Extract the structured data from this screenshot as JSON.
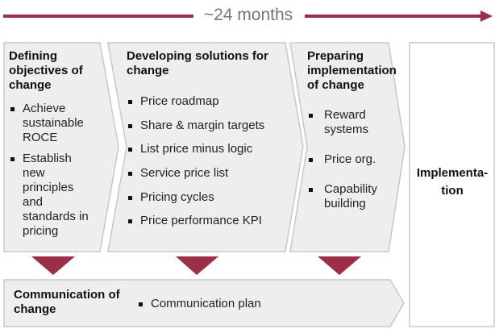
{
  "timeline": {
    "label": "~24 months",
    "arrow_color": "#9b2f48"
  },
  "phases": [
    {
      "title": "Defining objectives of change",
      "bullets": [
        "Achieve sustainable ROCE",
        "Establish new principles and standards in pricing"
      ]
    },
    {
      "title": "Developing solutions for change",
      "bullets": [
        "Price roadmap",
        "Share & margin targets",
        "List price minus logic",
        "Service price list",
        "Pricing cycles",
        "Price performance KPI"
      ]
    },
    {
      "title": "Preparing implementation of change",
      "bullets": [
        "Reward systems",
        "Price org.",
        "Capability building"
      ]
    }
  ],
  "communication": {
    "title": "Communication of change",
    "bullets": [
      "Communication plan"
    ]
  },
  "implementation": {
    "title": "Implementation"
  },
  "colors": {
    "chevron_fill": "#eeeeee",
    "chevron_stroke": "#c8c8c8",
    "accent": "#9b2f48"
  }
}
